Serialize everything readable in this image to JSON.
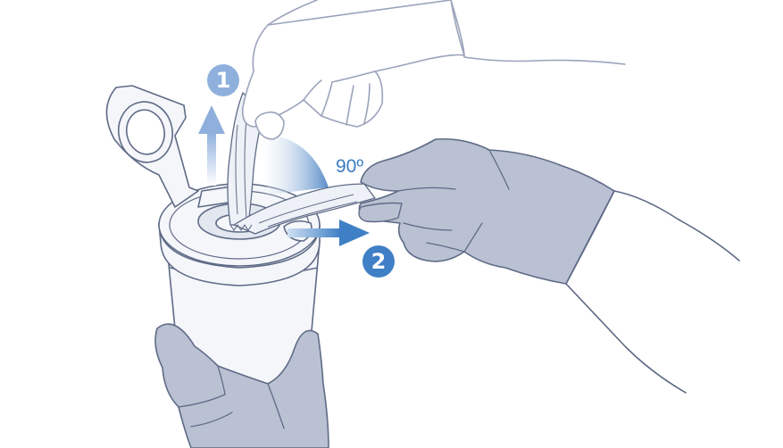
{
  "steps": [
    {
      "number": "1"
    },
    {
      "number": "2"
    }
  ],
  "angle_label": "90º",
  "colors": {
    "glove_fill": "#b9c1d3",
    "glove_stroke": "#5f6b86",
    "skin_outline": "#aeb5c8",
    "wipe_fill": "#eef1f7",
    "container_fill": "#f4f6fa",
    "arrow_light": "#a9c2e2",
    "arrow_dark": "#3f7fc5",
    "badge_1": "#8fb0dd",
    "badge_2": "#3f7fc5"
  }
}
